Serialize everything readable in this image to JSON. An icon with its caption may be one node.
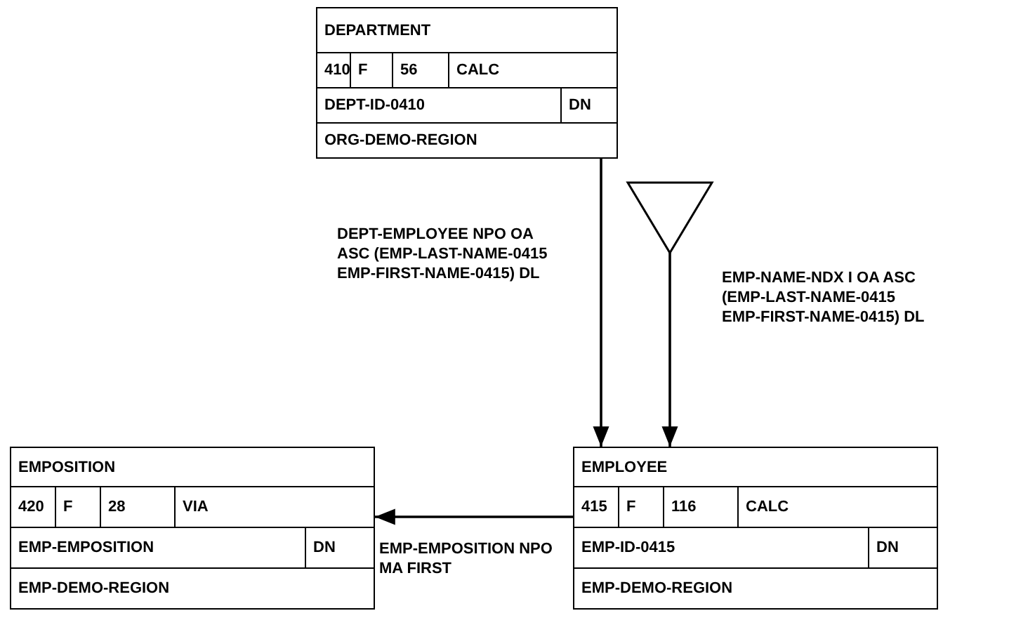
{
  "diagram": {
    "nodes": [
      {
        "text": [
          "DEPARTMENT",
          "410",
          "F",
          "56",
          "CALC",
          "DEPT-ID-0410",
          "DN",
          "ORG-DEMO-REGION"
        ]
      },
      {
        "text": [],
        "shape": "triangle"
      },
      {
        "text": [
          "EMPOSITION",
          "420",
          "F",
          "28",
          "VIA",
          "EMP-EMPOSITION",
          "DN",
          "EMP-DEMO-REGION"
        ]
      },
      {
        "text": [
          "EMPLOYEE",
          "415",
          "F",
          "116",
          "CALC",
          "EMP-ID-0415",
          "DN",
          "EMP-DEMO-REGION"
        ]
      }
    ],
    "edges": [
      {
        "from": 0,
        "to": 3,
        "arrow": "to",
        "label": "DEPT-EMPLOYEE NPO OA ASC (EMP-LAST-NAME-0415 EMP-FIRST-NAME-0415) DL"
      },
      {
        "from": 1,
        "to": 3,
        "arrow": "to",
        "label": "EMP-NAME-NDX I OA ASC (EMP-LAST-NAME-0415 EMP-FIRST-NAME-0415) DL"
      },
      {
        "from": 3,
        "to": 2,
        "arrow": "to",
        "label": "EMP-EMPOSITION NPO MA FIRST"
      }
    ]
  }
}
